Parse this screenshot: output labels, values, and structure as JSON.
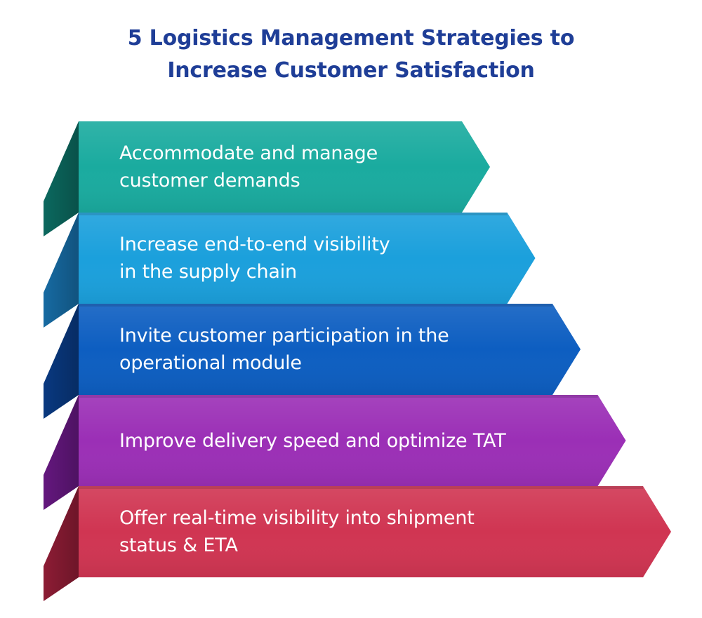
{
  "title": {
    "line1": "5 Logistics Management Strategies to",
    "line2": "Increase Customer Satisfaction"
  },
  "colors": {
    "title": "#1f3e97",
    "text": "#ffffff"
  },
  "steps": [
    {
      "line1": "Accommodate and manage",
      "line2": "customer demands",
      "color": "#1aab9f",
      "side_color": "#0d7469"
    },
    {
      "line1": "Increase end-to-end visibility",
      "line2": "in the supply chain",
      "color": "#1ba0dc",
      "side_color": "#1976b4"
    },
    {
      "line1": "Invite customer participation in the",
      "line2": "operational module",
      "color": "#0d5ec1",
      "side_color": "#0a3f8e"
    },
    {
      "line1": "Improve delivery speed and optimize TAT",
      "line2": "",
      "color": "#9b2fb6",
      "side_color": "#6f1a8c"
    },
    {
      "line1": "Offer real-time visibility into shipment",
      "line2": "status & ETA",
      "color": "#d03552",
      "side_color": "#9c1f3a"
    }
  ]
}
